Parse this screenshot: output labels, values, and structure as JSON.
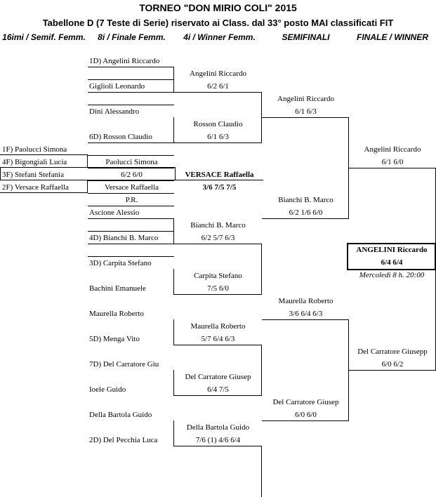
{
  "title": "TORNEO  \"DON MIRIO COLI\"  2015",
  "subtitle": "Tabellone D (7 Teste di Serie) riservato ai Class. dal 33° posto MAI classificati FIT",
  "round_headers": [
    "16imi / Semif. Femm.",
    "8i / Finale Femm.",
    "4i / Winner Femm.",
    "SEMIFINALI",
    "FINALE / WINNER"
  ],
  "women": {
    "entrants": [
      "1F) Paolucci Simona",
      "4F) Bigongiali Lucia",
      "3F) Stefani Stefania",
      "2F) Versace Raffaella"
    ],
    "final_players": [
      "Paolucci Simona",
      "Versace Raffaella"
    ],
    "semi_score": "6/2  6/0",
    "winner": "VERSACE  Raffaella",
    "winner_score": "3/6  7/5  7/5",
    "note": "P.R."
  },
  "round1": [
    "1D) Angelini Riccardo",
    "Giglioli Leonardo",
    "Dini Alessandro",
    "6D) Rosson Claudio",
    "Ascione Alessio",
    "4D) Bianchi B. Marco",
    "3D) Carpita Stefano",
    "Bachini Emanuele",
    "Maurella Roberto",
    "5D) Menga Vito",
    "7D) Del Carratore Giu",
    "Ioele Guido",
    "Della Bartola Guido",
    "2D) Del Pecchia Luca"
  ],
  "round2": [
    {
      "name": "Angelini Riccardo",
      "score": "6/2  6/1"
    },
    {
      "name": "Rosson Claudio",
      "score": "6/1  6/3"
    },
    {
      "name": "Bianchi B. Marco",
      "score": "6/2  5/7  6/3"
    },
    {
      "name": "Carpita Stefano",
      "score": "7/5  6/0"
    },
    {
      "name": "Maurella Roberto",
      "score": "5/7  6/4  6/3"
    },
    {
      "name": "Del Carratore Giusep",
      "score": "6/4  7/5"
    },
    {
      "name": "Della Bartola Guido",
      "score": "7/6 (1)  4/6  6/4"
    }
  ],
  "round3": [
    {
      "name": "Angelini Riccardo",
      "score": "6/1  6/3"
    },
    {
      "name": "Bianchi B. Marco",
      "score": "6/2  1/6  6/0"
    },
    {
      "name": "Maurella Roberto",
      "score": "3/6  6/4  6/3"
    },
    {
      "name": "Del Carratore Giusep",
      "score": "6/0  6/0"
    }
  ],
  "round4": [
    {
      "name": "Angelini Riccardo",
      "score": "6/1  6/0"
    },
    {
      "name": "Del Carratore Giusepp",
      "score": "6/0  6/2"
    }
  ],
  "champion": {
    "name": "ANGELINI Riccardo",
    "score": "6/4  6/4",
    "schedule": "Mercoledì 8 h. 20:00"
  }
}
